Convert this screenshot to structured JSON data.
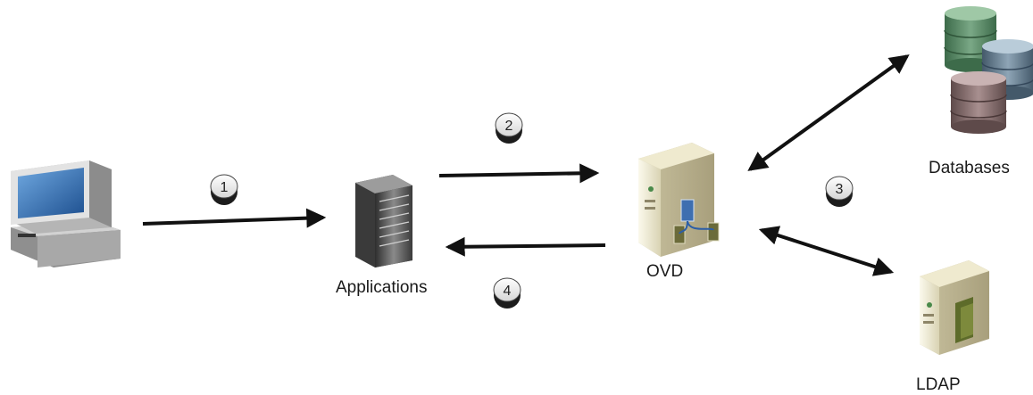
{
  "nodes": {
    "applications": "Applications",
    "ovd": "OVD",
    "databases": "Databases",
    "ldap": "LDAP"
  },
  "steps": [
    "1",
    "2",
    "3",
    "4"
  ],
  "colors": {
    "arrow": "#111111",
    "monitor_screen": "#2f6fb6",
    "server_dark": "#4d4d4d",
    "server_light": "#e8e3c9",
    "db_green": "#4f7f5e",
    "db_blue": "#5a7386",
    "db_mauve": "#7a6363"
  }
}
